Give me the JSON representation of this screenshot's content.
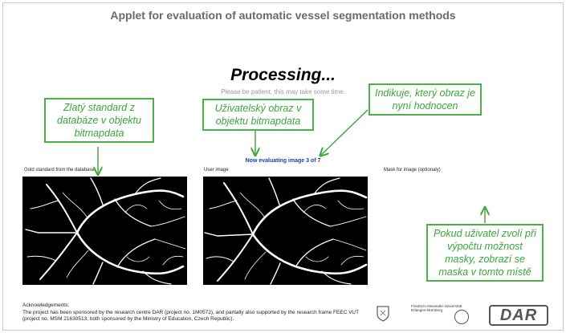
{
  "applet": {
    "title": "Applet for evaluation of automatic vessel segmentation methods",
    "processing_heading": "Processing...",
    "patience_note": "Please be patient, this may take some time.",
    "status_text": "Now evaluating image 3 of 7",
    "status_color": "#1b3fa0"
  },
  "progress": {
    "current_image": 3,
    "total_images": 7
  },
  "panels": [
    {
      "label": "Gold standard from the database",
      "content": "gold-standard-vessel-mask"
    },
    {
      "label": "User image",
      "content": "user-vessel-segmentation"
    },
    {
      "label": "Mask for image (optionaly)",
      "content": "empty"
    }
  ],
  "callouts": {
    "gold_standard": "Zlatý standard z databáze v objektu bitmapdata",
    "user_image": "Uživatelský obraz v objektu bitmapdata",
    "indicator": "Indikuje, který obraz je nyní hodnocen",
    "mask": "Pokud uživatel zvolí při výpočtu možnost masky, zobrazí se maska v tomto místě",
    "border_color": "#4cb14a",
    "text_color": "#3aa63a"
  },
  "acknowledgements": {
    "heading": "Acknowledgements:",
    "body": "The project has been sponsored by the research centre DAR (project no. 1M0572), and partially also supported by the research frame FEEC VUT (project no. MSM 21630513, both sponsored by the Ministry of Education, Czech Republic)."
  },
  "logos": {
    "university_name": "Friedrich-Alexander-Universität Erlangen-Nürnberg",
    "dar": "DAR"
  }
}
